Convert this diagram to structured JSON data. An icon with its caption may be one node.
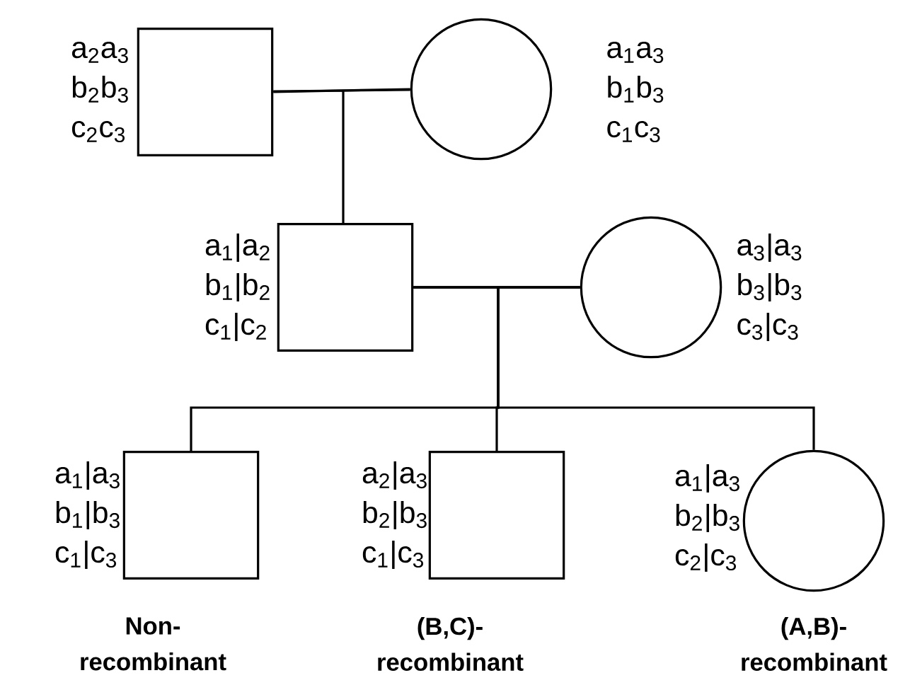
{
  "diagram": {
    "nodes": [
      {
        "text": [],
        "shape": "box",
        "beside": [
          "a$_{2}$a$_{3}$",
          "b$_{2}$b$_{3}$",
          "c$_{2}$c$_{3}$"
        ]
      },
      {
        "text": [],
        "shape": "circle",
        "beside": [
          "a$_{1}$a$_{3}$",
          "b$_{1}$b$_{3}$",
          "c$_{1}$c$_{3}$"
        ]
      },
      {
        "text": [],
        "shape": "box",
        "beside": [
          "a$_{1}$|a$_{2}$",
          "b$_{1}$|b$_{2}$",
          "c$_{1}$|c$_{2}$"
        ]
      },
      {
        "text": [],
        "shape": "circle",
        "beside": [
          "a$_{3}$|a$_{3}$",
          "b$_{3}$|b$_{3}$",
          "c$_{3}$|c$_{3}$"
        ]
      },
      {
        "text": [],
        "shape": "box",
        "beside": [
          "a$_{1}$|a$_{3}$",
          "b$_{1}$|b$_{3}$",
          "c$_{1}$|c$_{3}$",
          "Non- recombinant"
        ]
      },
      {
        "text": [],
        "shape": "box",
        "beside": [
          "a$_{2}$|a$_{3}$",
          "b$_{2}$|b$_{3}$",
          "c$_{1}$|c$_{3}$",
          "(B,C)- recombinant"
        ]
      },
      {
        "text": [],
        "shape": "circle",
        "beside": [
          "a$_{1}$|a$_{3}$",
          "b$_{2}$|b$_{3}$",
          "c$_{2}$|c$_{3}$",
          "(A,B)- recombinant"
        ]
      }
    ],
    "edges": [
      {
        "from": 0,
        "to": 1,
        "arrow": "none"
      },
      {
        "from": 0,
        "to": 2,
        "arrow": "none"
      },
      {
        "from": 1,
        "to": 2,
        "arrow": "none"
      },
      {
        "from": 2,
        "to": 3,
        "arrow": "none"
      },
      {
        "from": 2,
        "to": 4,
        "arrow": "none"
      },
      {
        "from": 3,
        "to": 4,
        "arrow": "none"
      },
      {
        "from": 2,
        "to": 5,
        "arrow": "none"
      },
      {
        "from": 3,
        "to": 5,
        "arrow": "none"
      },
      {
        "from": 2,
        "to": 6,
        "arrow": "none"
      },
      {
        "from": 3,
        "to": 6,
        "arrow": "none"
      }
    ]
  }
}
